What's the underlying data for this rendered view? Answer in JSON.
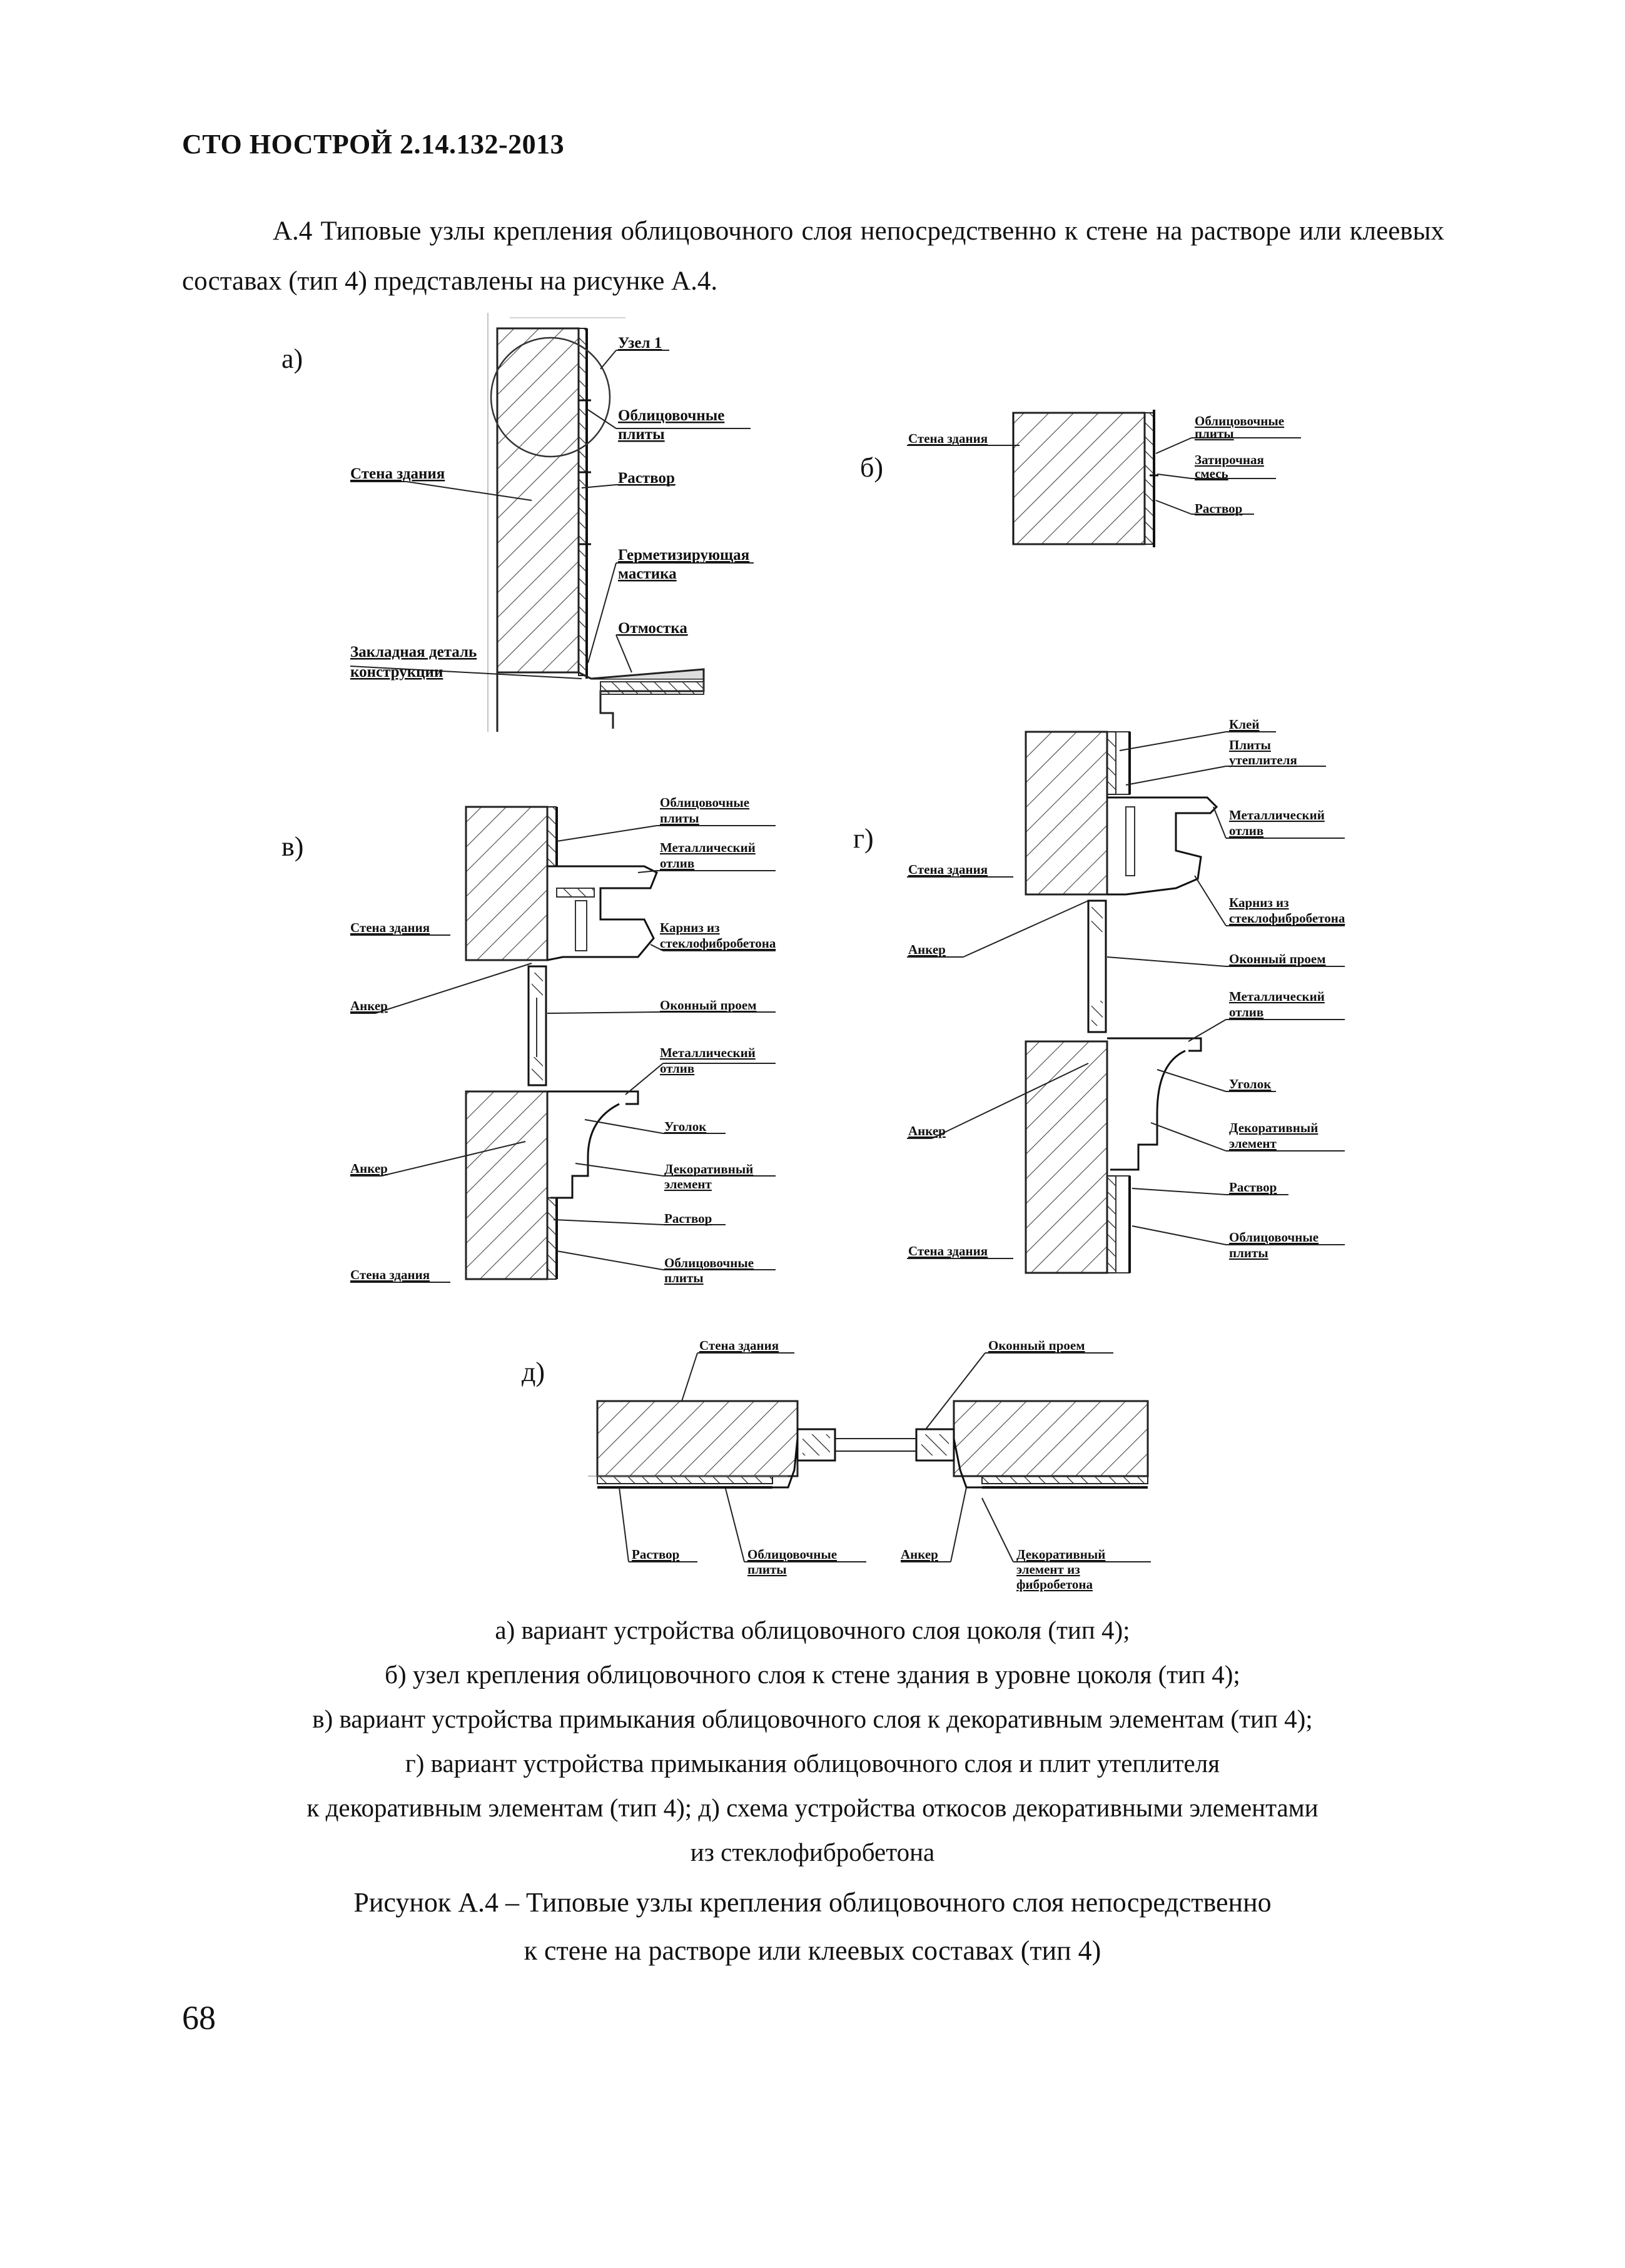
{
  "header": {
    "doc_code": "СТО НОСТРОЙ 2.14.132-2013"
  },
  "intro_paragraph": "А.4 Типовые узлы крепления облицовочного слоя непосредственно к стене на растворе или клеевых составах (тип 4) представлены на рисунке А.4.",
  "figure": {
    "panel_a": {
      "letter": "а)",
      "labels": {
        "node1": "Узел 1",
        "plates_1": "Облицовочные",
        "plates_2": "плиты",
        "wall": "Стена здания",
        "mortar": "Раствор",
        "sealant_1": "Герметизирующая",
        "sealant_2": "мастика",
        "blind": "Отмостка",
        "embed_1": "Закладная деталь",
        "embed_2": "конструкции"
      }
    },
    "panel_b": {
      "letter": "б)",
      "labels": {
        "wall": "Стена здания",
        "plates_1": "Облицовочные",
        "plates_2": "плиты",
        "grout_1": "Затирочная",
        "grout_2": "смесь",
        "mortar": "Раствор"
      }
    },
    "panel_v": {
      "letter": "в)",
      "labels": {
        "plates_top_1": "Облицовочные",
        "plates_top_2": "плиты",
        "drip_top_1": "Металлический",
        "drip_top_2": "отлив",
        "wall_top": "Стена здания",
        "cornice_1": "Карниз из",
        "cornice_2": "стеклофибробетона",
        "anchor_top": "Анкер",
        "window": "Оконный проем",
        "drip_bot_1": "Металлический",
        "drip_bot_2": "отлив",
        "angle": "Уголок",
        "anchor_bot": "Анкер",
        "deco_1": "Декоративный",
        "deco_2": "элемент",
        "mortar": "Раствор",
        "wall_bot": "Стена здания",
        "plates_bot_1": "Облицовочные",
        "plates_bot_2": "плиты"
      }
    },
    "panel_g": {
      "letter": "г)",
      "labels": {
        "glue": "Клей",
        "insul_1": "Плиты",
        "insul_2": "утеплителя",
        "drip_top_1": "Металлический",
        "drip_top_2": "отлив",
        "wall_top": "Стена здания",
        "cornice_1": "Карниз из",
        "cornice_2": "стеклофибробетона",
        "anchor_top": "Анкер",
        "window": "Оконный проем",
        "drip_bot_1": "Металлический",
        "drip_bot_2": "отлив",
        "angle": "Уголок",
        "anchor_bot": "Анкер",
        "deco_1": "Декоративный",
        "deco_2": "элемент",
        "mortar": "Раствор",
        "wall_bot": "Стена здания",
        "plates_1": "Облицовочные",
        "plates_2": "плиты"
      }
    },
    "panel_d": {
      "letter": "д)",
      "labels": {
        "wall": "Стена здания",
        "window": "Оконный проем",
        "mortar": "Раствор",
        "plates_1": "Облицовочные",
        "plates_2": "плиты",
        "anchor": "Анкер",
        "deco_1": "Декоративный",
        "deco_2": "элемент из",
        "deco_3": "фибробетона"
      }
    }
  },
  "caption_lines": [
    "а) вариант устройства облицовочного слоя цоколя (тип 4);",
    "б) узел крепления облицовочного слоя к стене здания в уровне цоколя (тип 4);",
    "в) вариант устройства примыкания облицовочного слоя к декоративным элементам (тип 4);",
    "г) вариант устройства примыкания облицовочного слоя и плит утеплителя",
    "к декоративным элементам (тип 4); д) схема устройства откосов декоративными элементами",
    "из стеклофибробетона"
  ],
  "figure_title_lines": [
    "Рисунок А.4 – Типовые узлы крепления облицовочного слоя непосредственно",
    "к стене на растворе или клеевых составах (тип 4)"
  ],
  "page_number": "68"
}
